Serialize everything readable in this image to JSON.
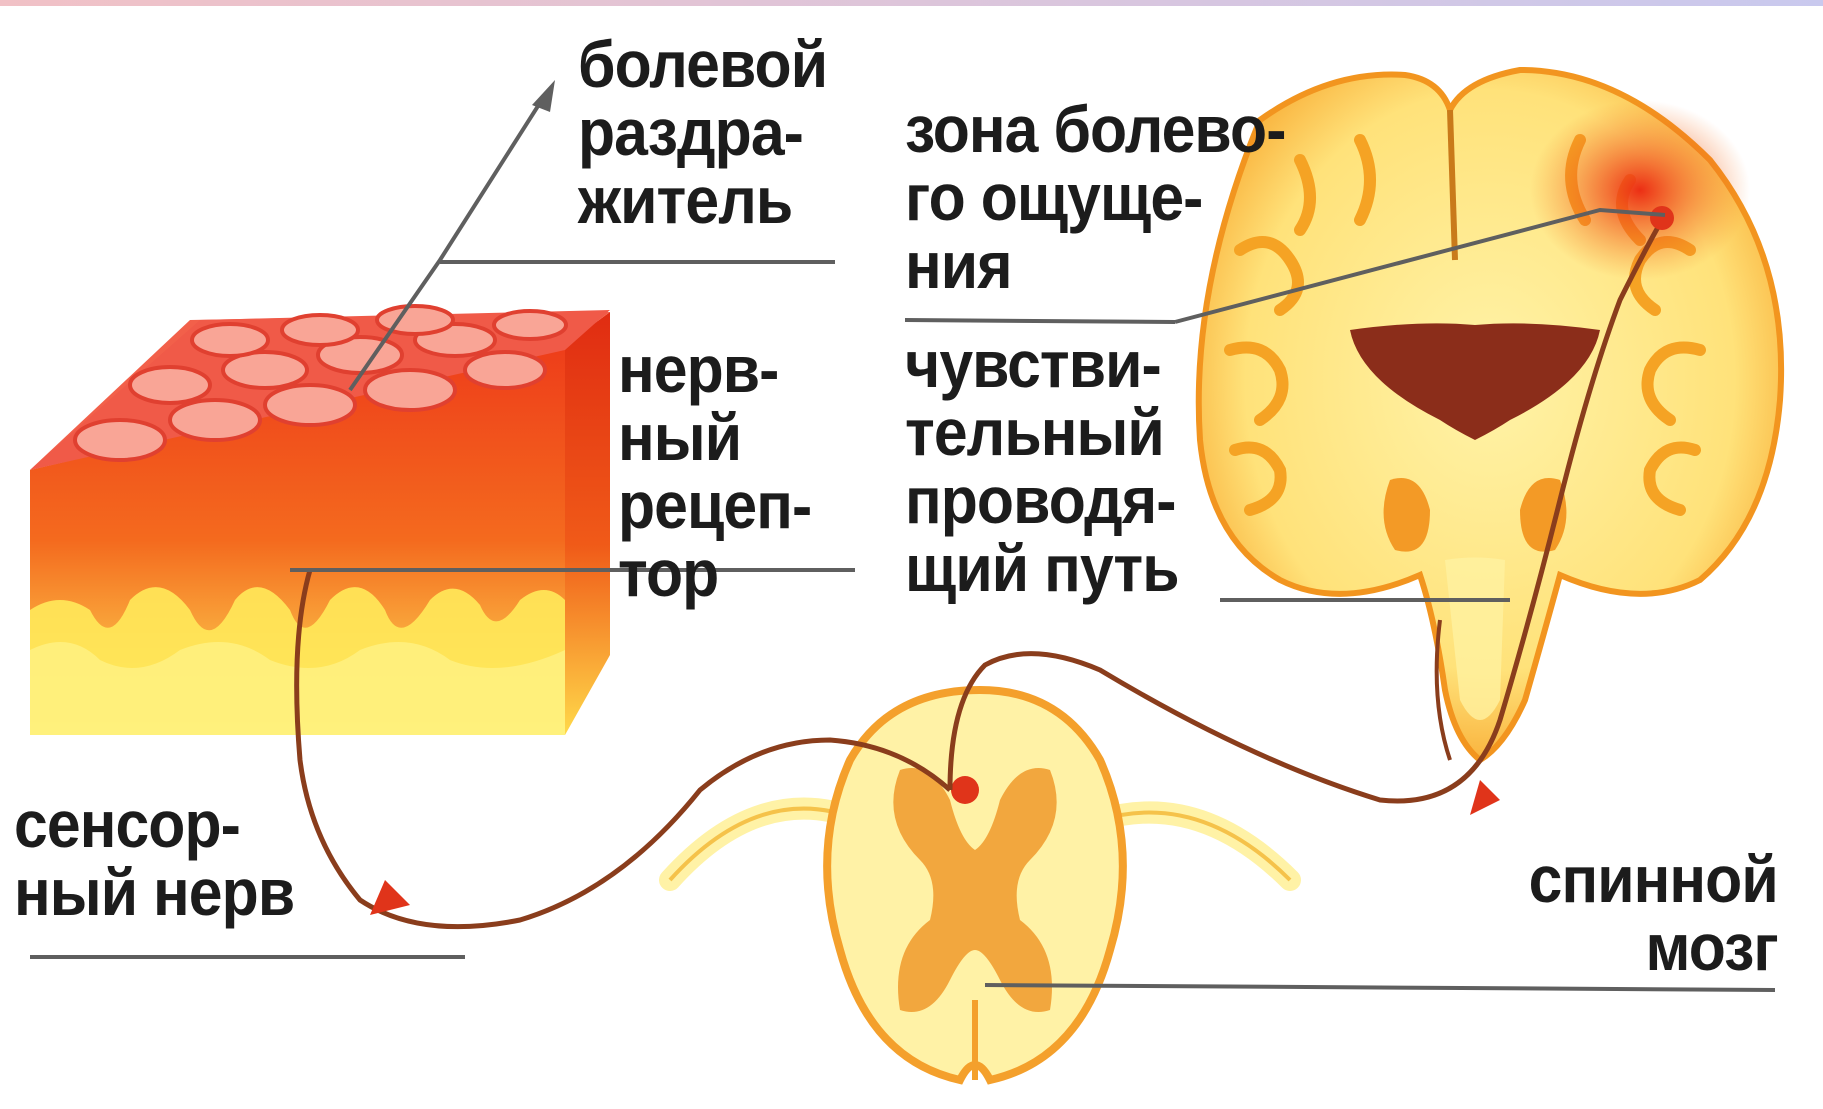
{
  "colors": {
    "leader_line": "#5f5f5f",
    "nerve_path": "#8a3d1c",
    "skin_top": "#f2604a",
    "skin_mid": "#e8421a",
    "skin_bottom": "#ffe95a",
    "brain_cortex": "#f7a227",
    "brain_white": "#fff1a0",
    "ventricle": "#8b2d1a",
    "spinal_cord_outer": "#fff2a6",
    "spinal_cord_grey": "#f09a2c",
    "label_text": "#1c1c1c"
  },
  "labels": {
    "stimulus": [
      "болевой",
      "раздра-",
      "житель"
    ],
    "pain_zone": [
      "зона болево-",
      "го ощуще-",
      "ния"
    ],
    "receptor": [
      "нерв-",
      "ный",
      "рецеп-",
      "тор"
    ],
    "pathway": [
      "чувстви-",
      "тельный",
      "проводя-",
      "щий путь"
    ],
    "sensory_nerve": [
      "сенсор-",
      "ный нерв"
    ],
    "spinal_cord": [
      "спинной",
      "мозг"
    ]
  }
}
